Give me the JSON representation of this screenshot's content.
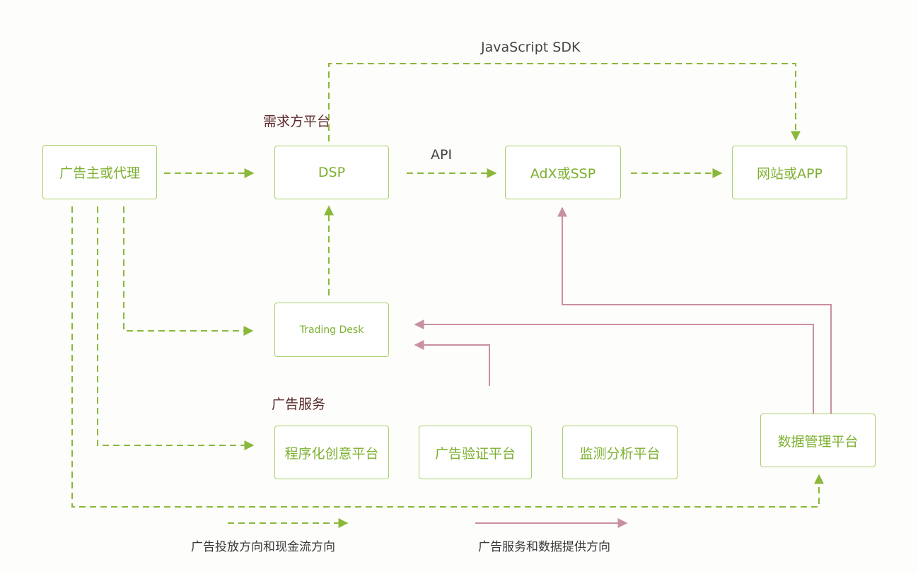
{
  "colors": {
    "flow_green": "#8ab83a",
    "flow_pink": "#c9909e",
    "box_border": "#a9cf6a",
    "box_text": "#7cb02e",
    "section_label": "#5a2a2a"
  },
  "labels": {
    "js_sdk": "JavaScript SDK",
    "demand_platform": "需求方平台",
    "api": "API",
    "ad_services": "广告服务"
  },
  "nodes": {
    "advertiser": "广告主或代理",
    "dsp": "DSP",
    "adx_ssp": "AdX或SSP",
    "site_app": "网站或APP",
    "trading_desk": "Trading Desk",
    "programmatic_creative": "程序化创意平台",
    "ad_verification": "广告验证平台",
    "monitoring_analysis": "监测分析平台",
    "dmp": "数据管理平台"
  },
  "legend": {
    "green_label": "广告投放方向和现金流方向",
    "pink_label": "广告服务和数据提供方向"
  }
}
